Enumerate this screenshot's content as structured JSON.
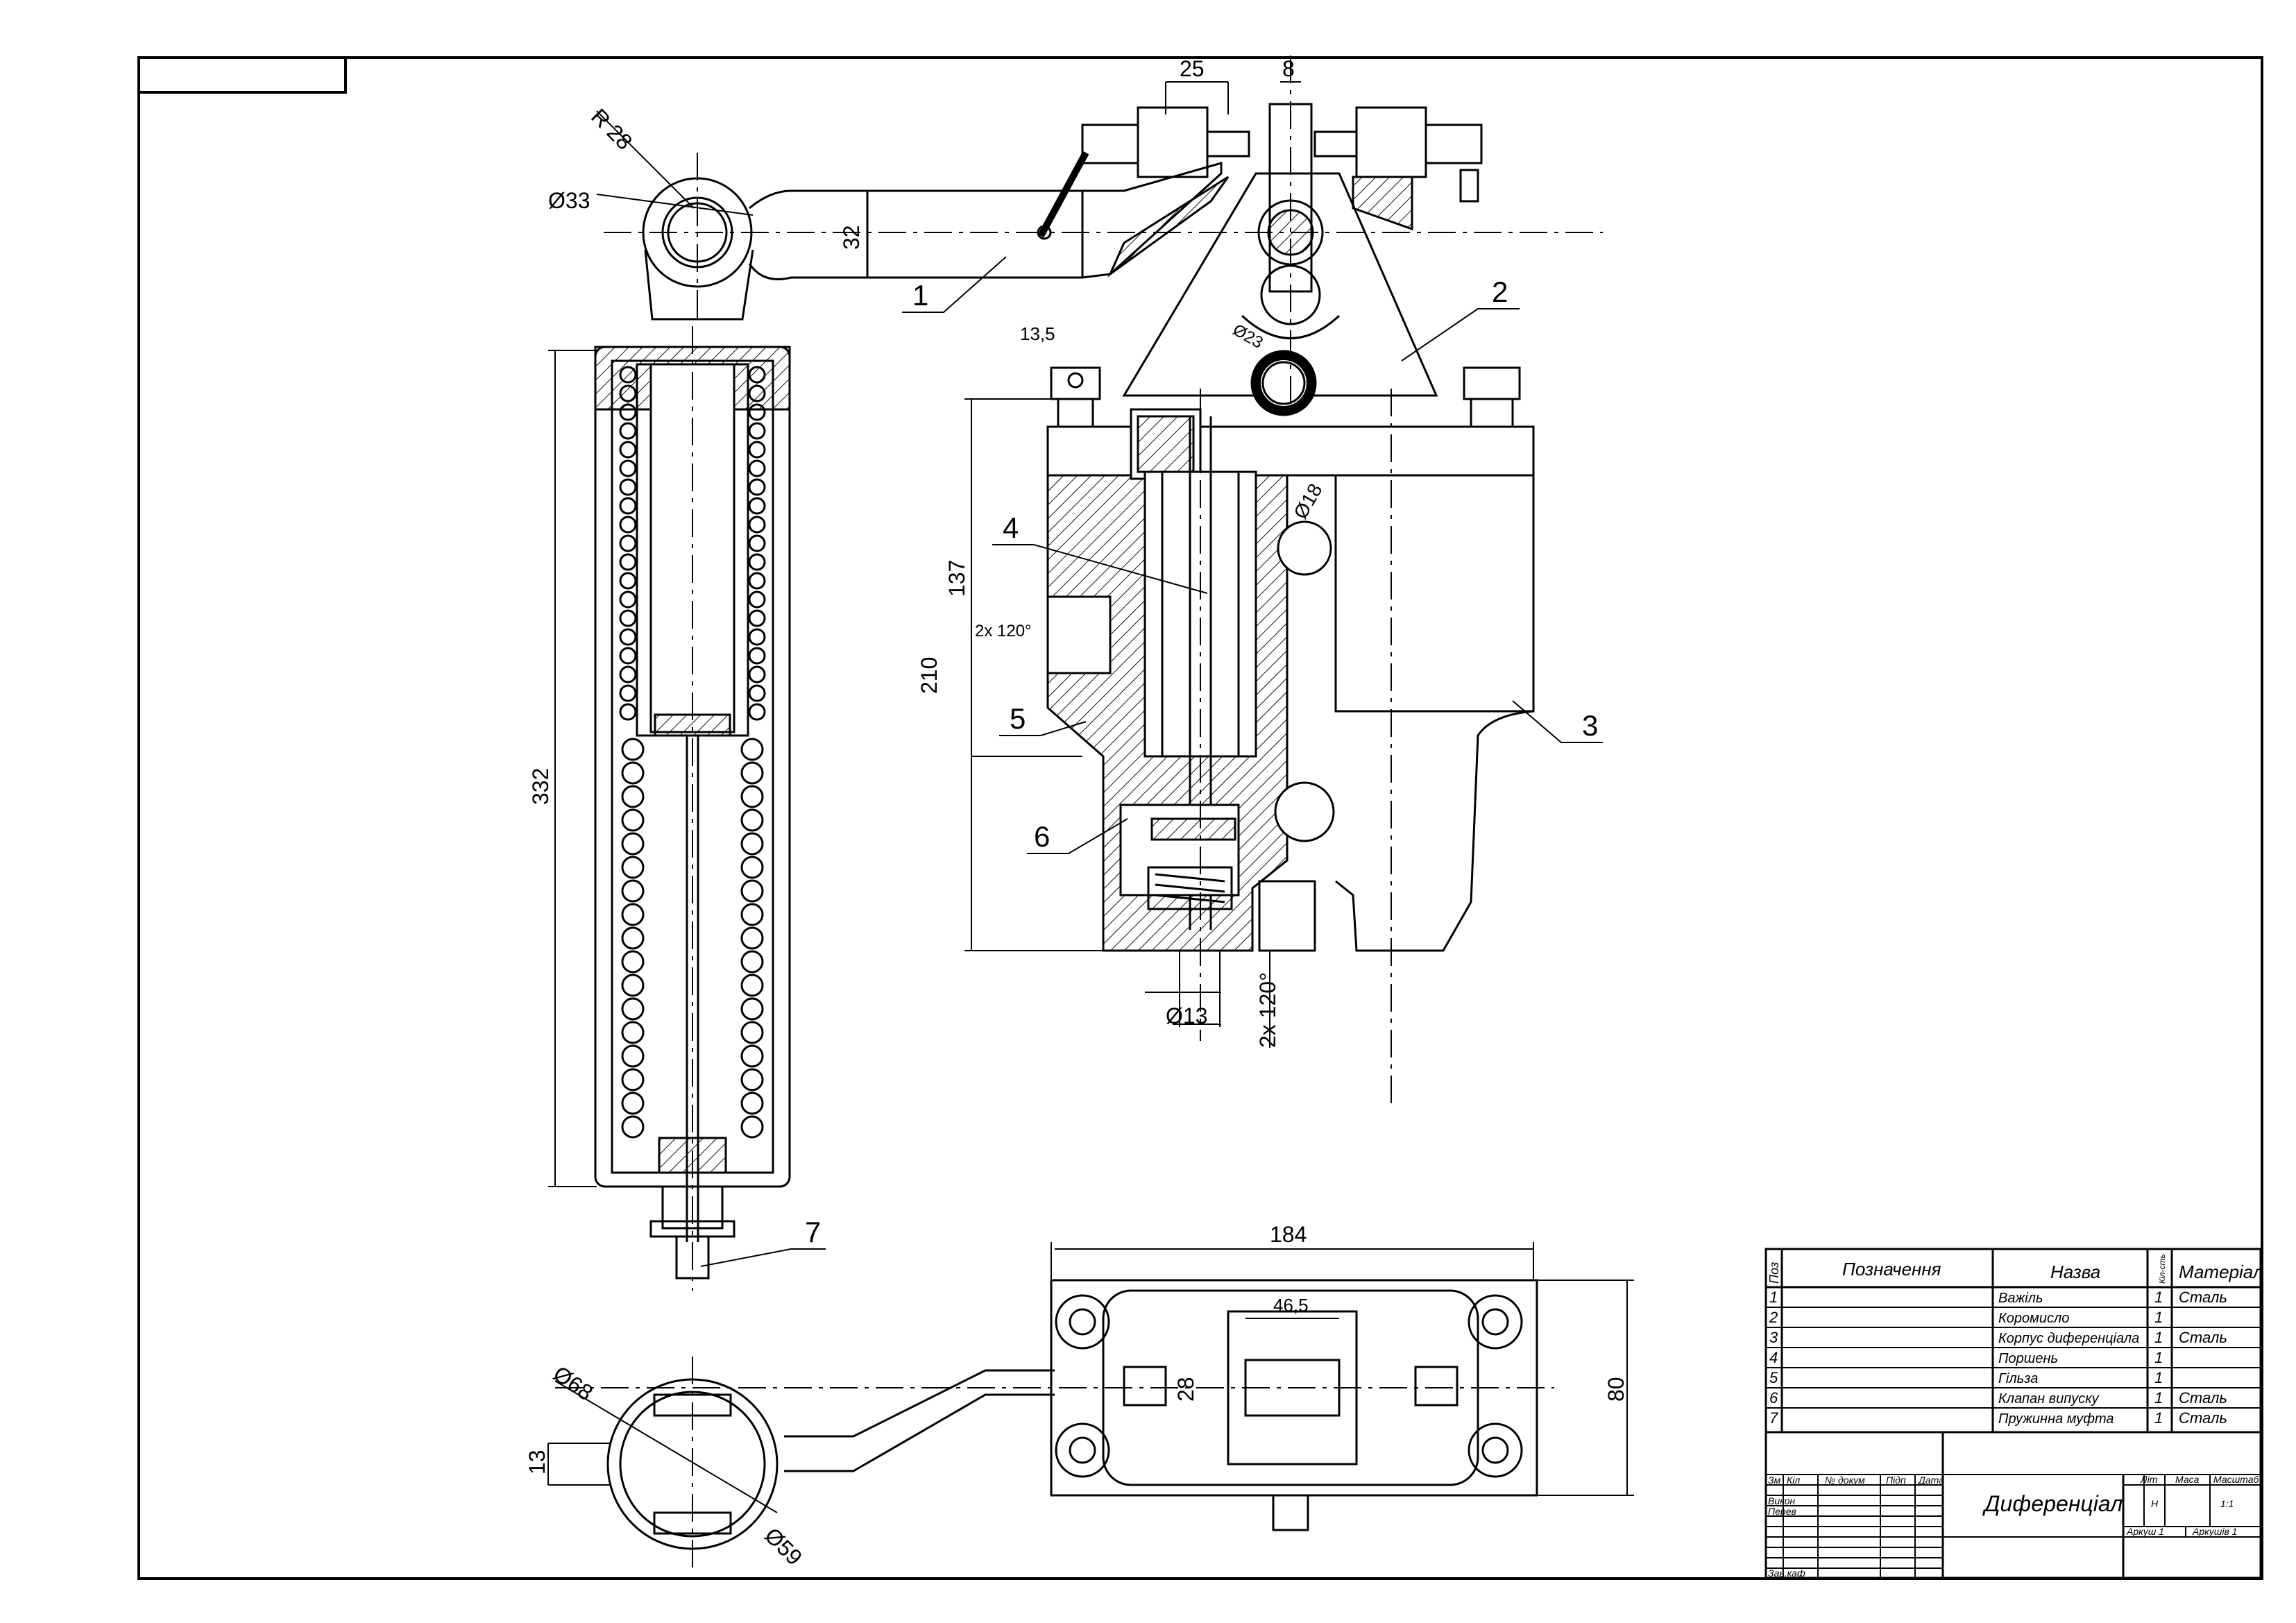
{
  "dimensions": {
    "r28": "R 28",
    "d33": "Ø33",
    "d25": "25",
    "d8": "8",
    "d32": "32",
    "d13_5": "13,5",
    "d23": "Ø23",
    "d18": "Ø18",
    "d137": "137",
    "d210": "210",
    "angle_left": "2x 120°",
    "angle_bottom": "2x 120°",
    "d13_shaft": "Ø13",
    "d332": "332",
    "d184": "184",
    "d46_5": "46,5",
    "d28": "28",
    "d80": "80",
    "d68": "Ø68",
    "d13_small": "13",
    "d59": "Ø59"
  },
  "callouts": [
    "1",
    "2",
    "3",
    "4",
    "5",
    "6",
    "7"
  ],
  "title_block": {
    "headers": {
      "pos": "Поз",
      "designation": "Позначення",
      "name": "Назва",
      "qty": "Кіл-сть",
      "material": "Матеріал"
    },
    "rows": [
      {
        "pos": "1",
        "name": "Важіль",
        "qty": "1",
        "material": "Сталь"
      },
      {
        "pos": "2",
        "name": "Коромисло",
        "qty": "1",
        "material": ""
      },
      {
        "pos": "3",
        "name": "Корпус диференціала",
        "qty": "1",
        "material": "Сталь"
      },
      {
        "pos": "4",
        "name": "Поршень",
        "qty": "1",
        "material": ""
      },
      {
        "pos": "5",
        "name": "Гільза",
        "qty": "1",
        "material": ""
      },
      {
        "pos": "6",
        "name": "Клапан випуску",
        "qty": "1",
        "material": "Сталь"
      },
      {
        "pos": "7",
        "name": "Пружинна муфта",
        "qty": "1",
        "material": "Сталь"
      }
    ],
    "stamp": {
      "zm": "Зм",
      "kil": "Кіл",
      "doc_no": "№ докум",
      "sign": "Підп",
      "date": "Дата",
      "developed": "Викон",
      "checked": "Перев",
      "approved": "Зав.каф",
      "title": "Диференціал",
      "lit": "Літ",
      "mass": "Маса",
      "scale": "Масштаб",
      "lit_value": "Н",
      "scale_value": "1:1",
      "sheet": "Аркуш 1",
      "sheets": "Аркушів 1"
    }
  }
}
